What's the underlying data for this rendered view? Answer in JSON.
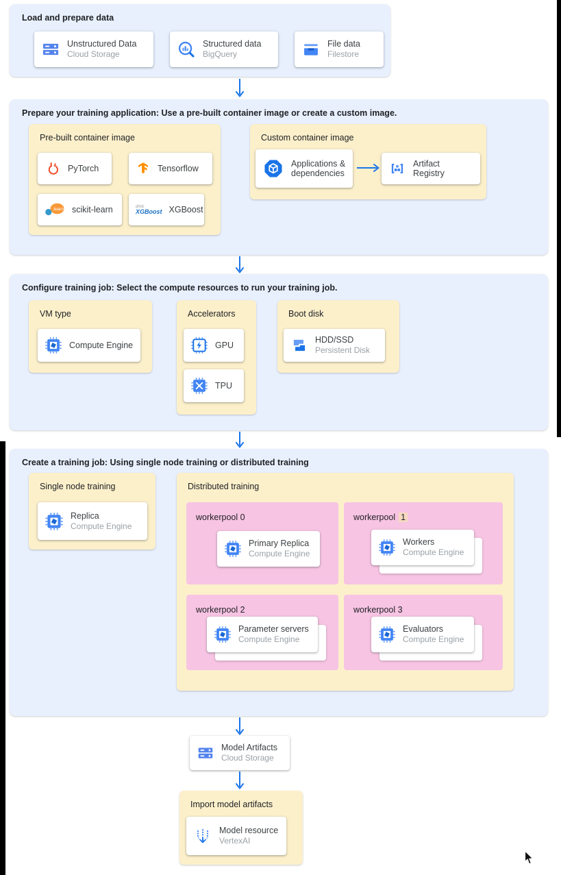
{
  "sections": [
    {
      "title": "Load and prepare data",
      "cards": [
        {
          "icon": "cloud-storage-icon",
          "title": "Unstructured Data",
          "subtitle": "Cloud Storage"
        },
        {
          "icon": "bigquery-icon",
          "title": "Structured data",
          "subtitle": "BigQuery"
        },
        {
          "icon": "filestore-icon",
          "title": "File data",
          "subtitle": "Filestore"
        }
      ]
    },
    {
      "title": "Prepare your training application: Use a pre-built container image or create a custom image.",
      "prebuilt": {
        "title": "Pre-built container image",
        "cards": [
          {
            "icon": "pytorch-icon",
            "title": "PyTorch"
          },
          {
            "icon": "tensorflow-icon",
            "title": "Tensorflow"
          },
          {
            "icon": "scikit-learn-icon",
            "title": "scikit-learn"
          },
          {
            "icon": "xgboost-icon",
            "title": "XGBoost"
          }
        ]
      },
      "custom": {
        "title": "Custom container image",
        "source": {
          "icon": "applications-icon",
          "title": "Applications & dependencies"
        },
        "target": {
          "icon": "artifact-registry-icon",
          "title": "Artifact Registry"
        }
      }
    },
    {
      "title": "Configure training job: Select the compute resources to run your training job.",
      "vm_type": {
        "title": "VM type",
        "card": {
          "icon": "compute-engine-icon",
          "title": "Compute Engine"
        }
      },
      "accelerators": {
        "title": "Accelerators",
        "cards": [
          {
            "icon": "gpu-icon",
            "title": "GPU"
          },
          {
            "icon": "tpu-icon",
            "title": "TPU"
          }
        ]
      },
      "boot_disk": {
        "title": "Boot disk",
        "card": {
          "icon": "persistent-disk-icon",
          "title": "HDD/SSD",
          "subtitle": "Persistent Disk"
        }
      }
    },
    {
      "title": "Create a training job: Using single node training or distributed training",
      "single_node": {
        "title": "Single node training",
        "card": {
          "icon": "compute-engine-icon",
          "title": "Replica",
          "subtitle": "Compute Engine"
        }
      },
      "distributed": {
        "title": "Distributed training",
        "workerpools": [
          {
            "label": "workerpool 0",
            "card": {
              "icon": "compute-engine-icon",
              "title": "Primary Replica",
              "subtitle": "Compute Engine"
            }
          },
          {
            "label": "workerpool",
            "number": "1",
            "card": {
              "icon": "compute-engine-icon",
              "title": "Workers",
              "subtitle": "Compute Engine"
            }
          },
          {
            "label": "workerpool 2",
            "card": {
              "icon": "compute-engine-icon",
              "title": "Parameter servers",
              "subtitle": "Compute Engine"
            }
          },
          {
            "label": "workerpool 3",
            "card": {
              "icon": "compute-engine-icon",
              "title": "Evaluators",
              "subtitle": "Compute Engine"
            }
          }
        ]
      }
    }
  ],
  "flow": {
    "model_artifacts": {
      "icon": "cloud-storage-icon",
      "title": "Model Artifacts",
      "subtitle": "Cloud Storage"
    },
    "import_model": {
      "title": "Import model artifacts",
      "card": {
        "icon": "vertex-ai-icon",
        "title": "Model resource",
        "subtitle": "VertexAI"
      }
    }
  },
  "logo_text": {
    "xgboost_top": "dmlc",
    "xgboost_main": "XGBoost",
    "scikit_script": "learn"
  },
  "colors": {
    "panel_blue": "#e8f0fe",
    "group_yellow": "#fcf0cb",
    "workerpool_pink": "#f7c4e3",
    "accent_blue": "#1a73e8",
    "icon_blue": "#4285f4",
    "title_dark": "#202124",
    "subtitle_gray": "#9aa0a6",
    "highlight_peach": "#f5d9c0"
  }
}
